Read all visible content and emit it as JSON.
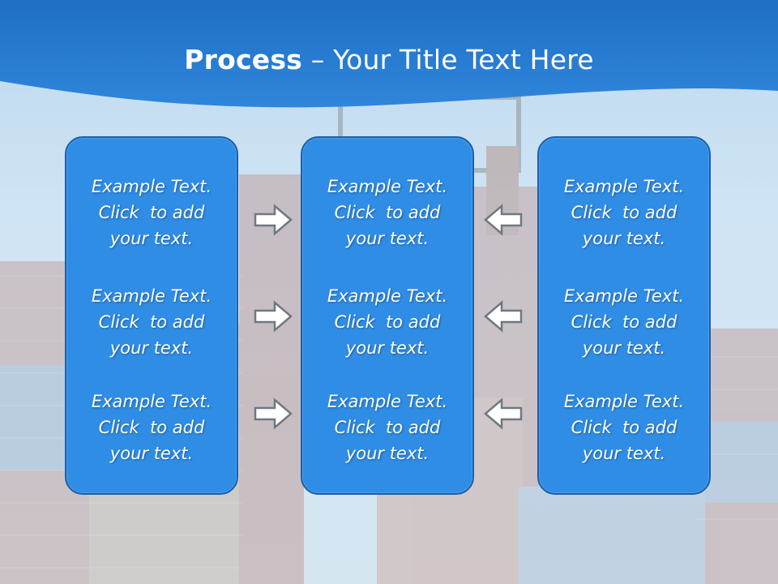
{
  "slide": {
    "title_bold": "Process",
    "title_rest": " – Your Title Text Here",
    "columns": [
      {
        "items": [
          [
            "Example Text.",
            "Click  to add",
            "your text."
          ],
          [
            "Example Text.",
            "Click  to add",
            "your text."
          ],
          [
            "Example Text.",
            "Click  to add",
            "your text."
          ]
        ]
      },
      {
        "items": [
          [
            "Example Text.",
            "Click  to add",
            "your text."
          ],
          [
            "Example Text.",
            "Click  to add",
            "your text."
          ],
          [
            "Example Text.",
            "Click  to add",
            "your text."
          ]
        ]
      },
      {
        "items": [
          [
            "Example Text.",
            "Click  to add",
            "your text."
          ],
          [
            "Example Text.",
            "Click  to add",
            "your text."
          ],
          [
            "Example Text.",
            "Click  to add",
            "your text."
          ]
        ]
      }
    ],
    "arrows_left_column": [
      "arrow-right-icon",
      "arrow-right-icon",
      "arrow-right-icon"
    ],
    "arrows_right_column": [
      "arrow-left-icon",
      "arrow-left-icon",
      "arrow-left-icon"
    ],
    "colors": {
      "header": "#1565c0",
      "panel": "#2f8de6",
      "panel_border": "#1c5fa8"
    }
  }
}
